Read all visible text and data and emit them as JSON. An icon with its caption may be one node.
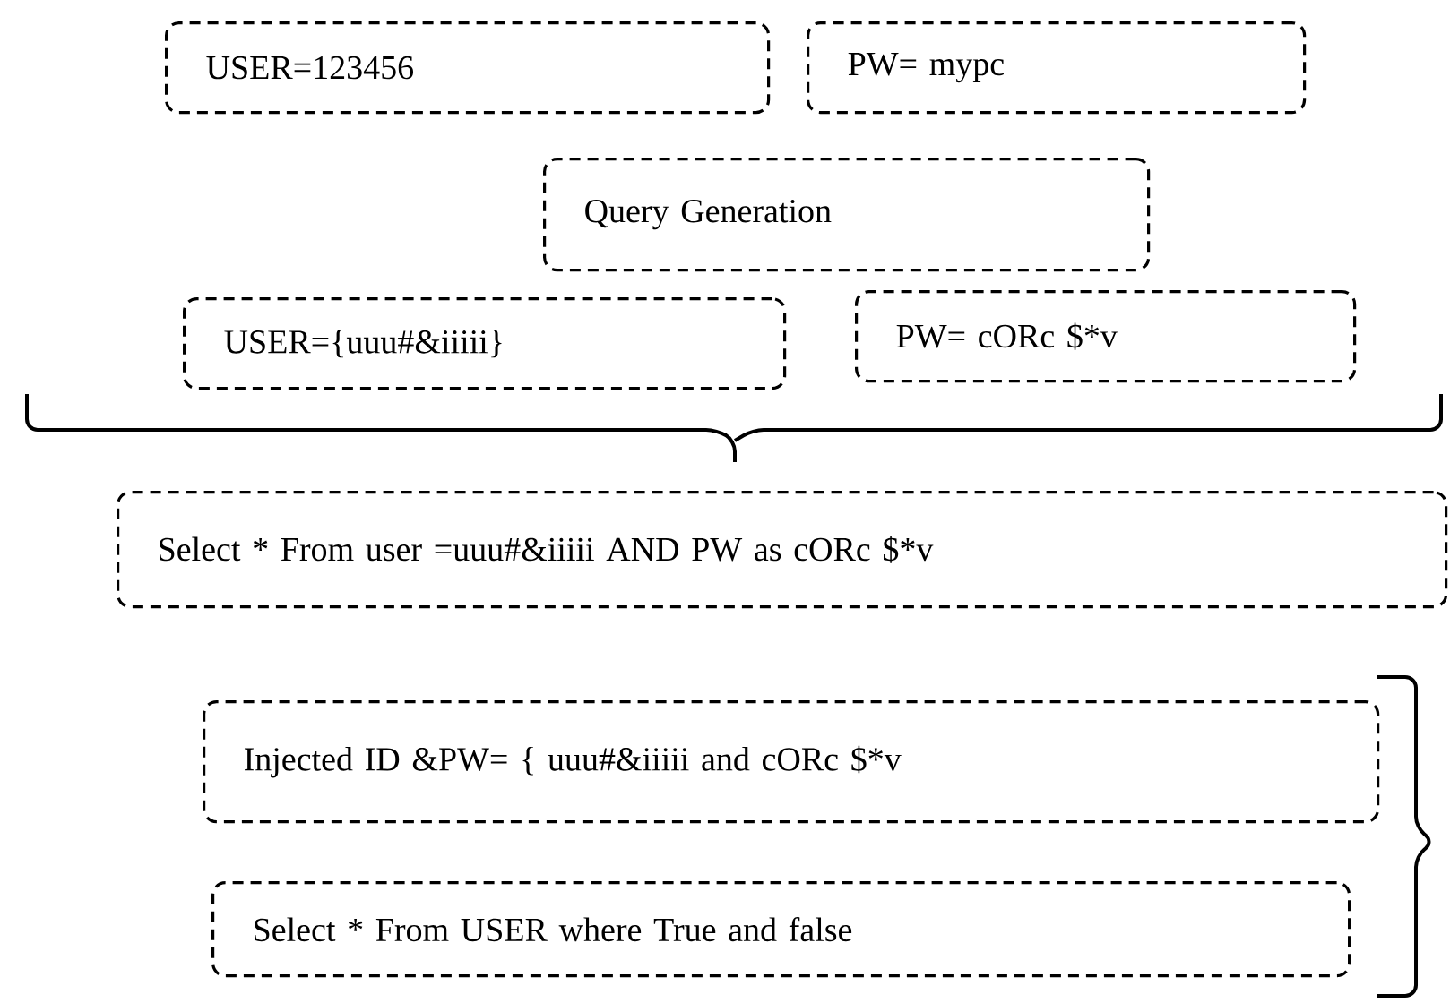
{
  "diagram": {
    "nodes": [
      {
        "text": [
          "USER=123456"
        ]
      },
      {
        "text": [
          "PW= mypc"
        ]
      },
      {
        "text": [
          "Query Generation"
        ]
      },
      {
        "text": [
          "USER={uuu#&iiiii}"
        ]
      },
      {
        "text": [
          "PW= cORc $*v"
        ]
      },
      {
        "text": [
          "Select * From user =uuu#&iiiii  AND PW as  cORc $*v"
        ]
      },
      {
        "text": [
          "Injected ID &PW= { uuu#&iiiii and  cORc $*v"
        ]
      },
      {
        "text": [
          "Select * From USER where True and false"
        ]
      }
    ]
  }
}
